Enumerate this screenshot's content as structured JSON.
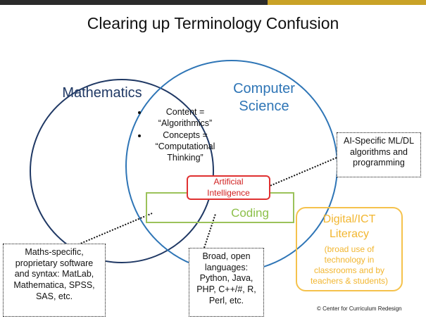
{
  "title": "Clearing up Terminology Confusion",
  "colors": {
    "mathematics": "#1f3864",
    "computer_science": "#2e75b6",
    "artificial_intelligence": "#e03030",
    "coding": "#9bc25a",
    "digital_literacy": "#f5c24c",
    "top_bar_dark": "#2b2b2b",
    "top_bar_gold": "#c9a227"
  },
  "circles": {
    "mathematics": "Mathematics",
    "computer_science_line1": "Computer",
    "computer_science_line2": "Science"
  },
  "overlap_items": [
    "Content = “Algorithmics”",
    "Concepts = “Computational Thinking”"
  ],
  "ai_box": {
    "line1": "Artificial",
    "line2": "Intelligence"
  },
  "coding_box": {
    "label": "Coding"
  },
  "callouts": {
    "ai_specific": [
      "AI-Specific ML/DL",
      "algorithms and",
      "programming"
    ],
    "maths_specific": [
      "Maths-specific,",
      "proprietary software",
      "and syntax:  MatLab,",
      "Mathematica, SPSS,",
      "SAS, etc."
    ],
    "open_languages": [
      "Broad, open",
      "languages:",
      "Python, Java,",
      "PHP, C++/#,  R,",
      "Perl, etc."
    ]
  },
  "digital_box": {
    "title_line1": "Digital/ICT",
    "title_line2": "Literacy",
    "sub": [
      "(broad use of",
      "technology in",
      "classrooms and by",
      "teachers & students)"
    ]
  },
  "credit": "© Center for Curriculum Redesign"
}
